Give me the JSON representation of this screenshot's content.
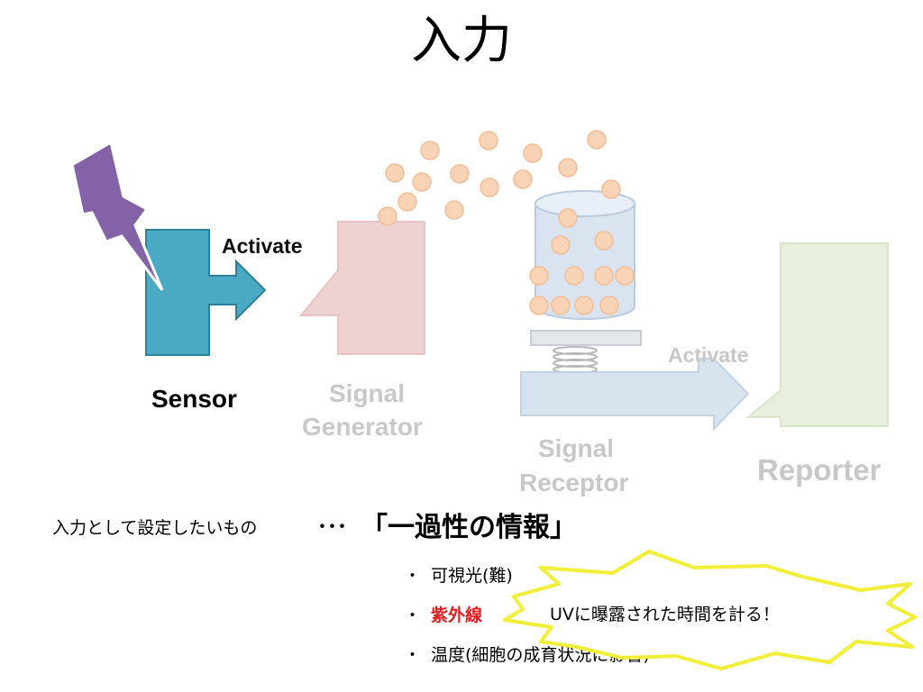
{
  "title": "入力",
  "diagram": {
    "sensor_label": "Sensor",
    "activate_label_1": "Activate",
    "activate_label_2": "Activate",
    "generator_label_line1": "Signal",
    "generator_label_line2": "Generator",
    "receptor_label_line1": "Signal",
    "receptor_label_line2": "Receptor",
    "reporter_label": "Reporter",
    "colors": {
      "sensor": "#4aaac4",
      "lightning": "#8462a8",
      "generator": "#eed0d0",
      "receptor": "#d6e2f0",
      "reporter": "#e6f0dc",
      "molecule": "#f9c9a8"
    }
  },
  "bottom": {
    "intro_text": "入力として設定したいもの",
    "dots": "･･･",
    "highlight": "「一過性の情報」",
    "bullet_symbol": "・",
    "items": [
      "可視光(難)",
      "紫外線",
      "温度(細胞の成育状況に影響)"
    ],
    "uv_color": "#e02020"
  },
  "callout": {
    "text": "UVに曝露された時間を計る！",
    "border_color": "#f2ef3a"
  }
}
